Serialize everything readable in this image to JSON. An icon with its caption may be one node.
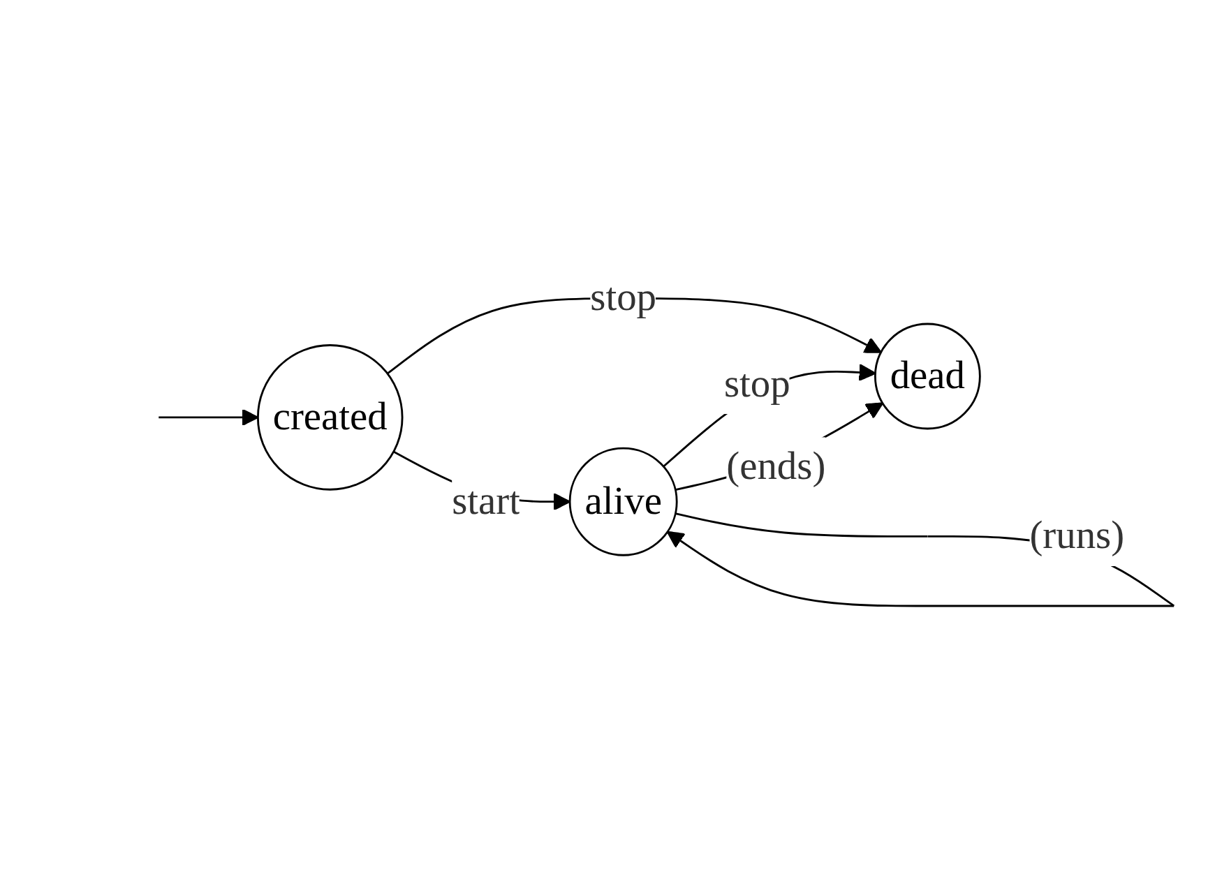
{
  "diagram": {
    "nodes": [
      {
        "text": [
          "created"
        ]
      },
      {
        "text": [
          "alive"
        ]
      },
      {
        "text": [
          "dead"
        ]
      }
    ],
    "edges": [
      {
        "from": null,
        "to": 0,
        "arrow": "to"
      },
      {
        "from": 0,
        "to": 1,
        "label": "start",
        "arrow": "to"
      },
      {
        "from": 0,
        "to": 2,
        "label": "stop",
        "arrow": "to"
      },
      {
        "from": 1,
        "to": 2,
        "label": "stop",
        "arrow": "to"
      },
      {
        "from": 1,
        "to": 2,
        "label": "(ends)",
        "arrow": "to"
      },
      {
        "from": 1,
        "to": 1,
        "label": "(runs)",
        "arrow": "to"
      }
    ]
  }
}
